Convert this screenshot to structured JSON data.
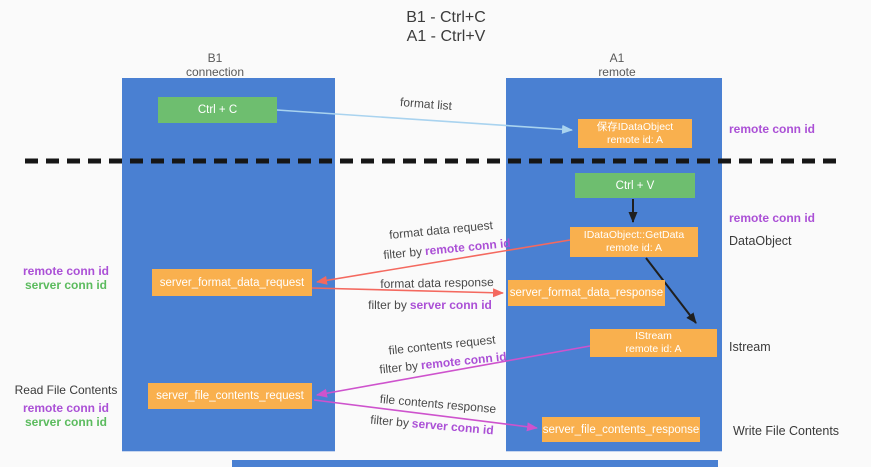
{
  "title": {
    "line1": "B1 - Ctrl+C",
    "line2": "A1 - Ctrl+V"
  },
  "lifelines": {
    "left": {
      "name": "B1",
      "role": "connection"
    },
    "right": {
      "name": "A1",
      "role": "remote"
    }
  },
  "nodes": {
    "ctrl_c": {
      "label": "Ctrl + C"
    },
    "ctrl_v": {
      "label": "Ctrl + V"
    },
    "save_dataobject": {
      "line1": "保存IDataObject",
      "line2": "remote id: A"
    },
    "getdata": {
      "line1": "IDataObject::GetData",
      "line2": "remote id: A"
    },
    "istream": {
      "line1": "IStream",
      "line2": "remote id: A"
    },
    "format_request": {
      "label": "server_format_data_request"
    },
    "format_response": {
      "label": "server_format_data_response"
    },
    "file_request": {
      "label": "server_file_contents_request"
    },
    "file_response": {
      "label": "server_file_contents_response"
    }
  },
  "edges": {
    "format_list": "format list",
    "format_data_request": {
      "label": "format data request",
      "filter_prefix": "filter by",
      "filter_key": "remote conn id"
    },
    "format_data_response": {
      "label": "format data response",
      "filter_prefix": "filter by",
      "filter_key": "server conn id"
    },
    "file_contents_request": {
      "label": "file contents request",
      "filter_prefix": "filter by",
      "filter_key": "remote conn id"
    },
    "file_contents_response": {
      "label": "file contents response",
      "filter_prefix": "filter by",
      "filter_key": "server conn id"
    }
  },
  "side_labels": {
    "right_remote_conn_id_1": "remote conn id",
    "right_remote_conn_id_2": "remote conn id",
    "dataobject": "DataObject",
    "istream": "Istream",
    "write_file_contents": "Write File Contents",
    "left_remote_conn_id_1": "remote conn id",
    "left_server_conn_id_1": "server conn id",
    "read_file_contents": "Read File Contents",
    "left_remote_conn_id_2": "remote conn id",
    "left_server_conn_id_2": "server conn id"
  },
  "colors": {
    "column_blue": "#4a80d2",
    "box_green": "#6ebe6f",
    "box_orange": "#f9b04e",
    "purple_text": "#ab50d6",
    "green_text": "#5bbb5e",
    "arrow_red": "#f4695f",
    "arrow_magenta": "#ce53cd",
    "arrow_light_blue": "#a9d3ef",
    "arrow_black": "#1f1f1f"
  }
}
